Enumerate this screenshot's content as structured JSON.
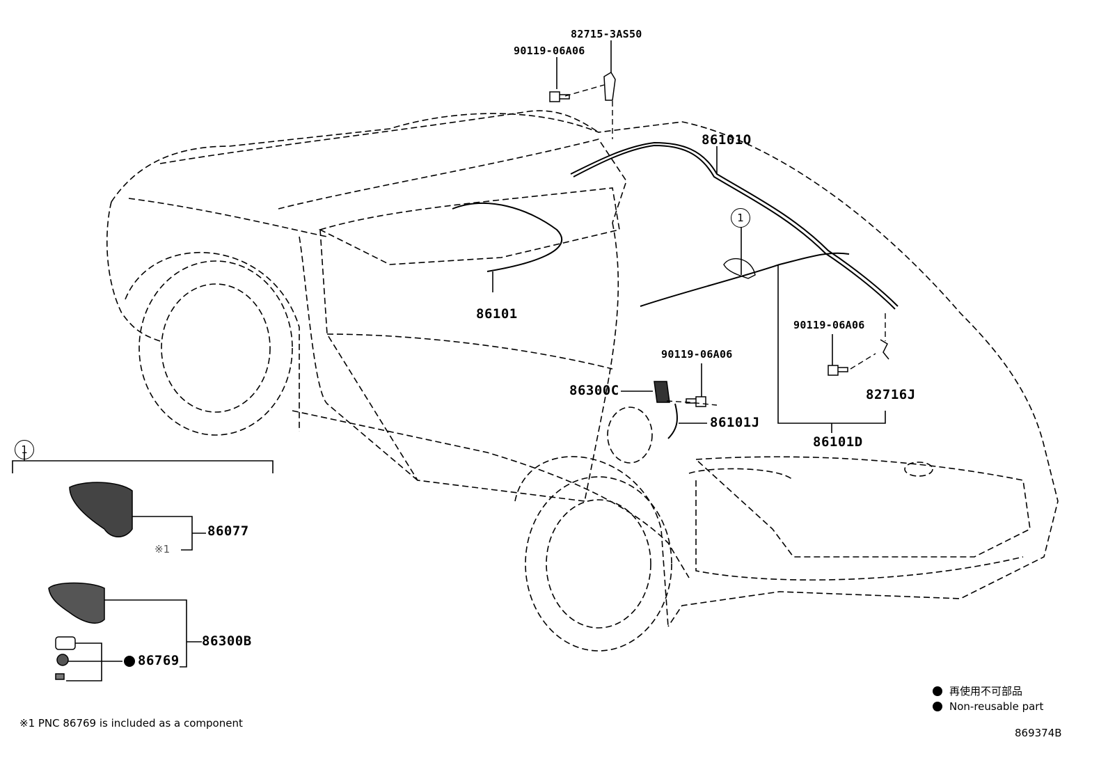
{
  "parts": {
    "p82715": "82715-3AS50",
    "p90119_top": "90119-06A06",
    "p86101q": "86101Q",
    "p86101": "86101",
    "p86300c": "86300C",
    "p90119_mid": "90119-06A06",
    "p86101j": "86101J",
    "p90119_right": "90119-06A06",
    "p82716j": "82716J",
    "p86101d": "86101D",
    "p86077": "86077",
    "p86300b": "86300B",
    "p86769": "86769"
  },
  "callouts": {
    "ref1_car": "1",
    "ref1_box": "1",
    "note_mark": "※1"
  },
  "footnote": "※1 PNC 86769 is included as a component",
  "legend": {
    "jp": "再使用不可部品",
    "en": "Non-reusable part"
  },
  "diagram_id": "869374B"
}
